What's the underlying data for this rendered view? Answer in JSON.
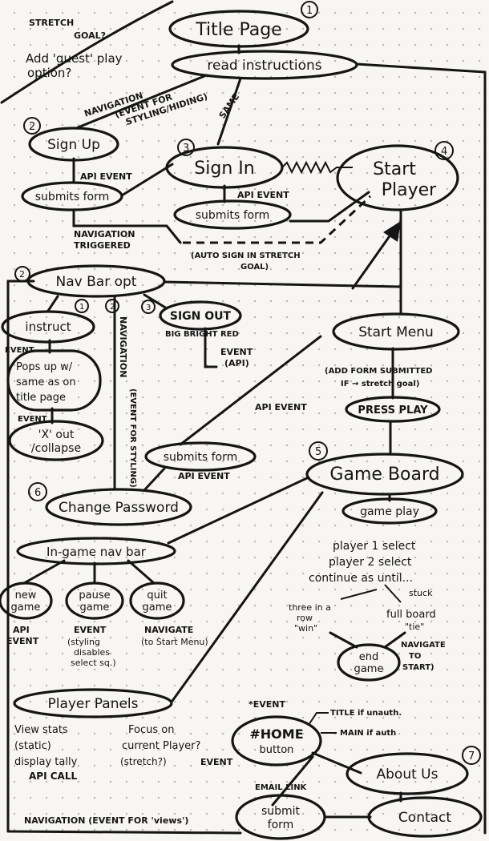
{
  "stretch_note": {
    "line1": "STRETCH",
    "line2": "GOAL?",
    "line3": "Add 'guest' play",
    "line4": "option?"
  },
  "nodes": {
    "title_page": "Title Page",
    "read_instructions": "read instructions",
    "sign_up": "Sign Up",
    "sign_in": "Sign In",
    "start_player": {
      "line1": "Start",
      "line2": "Player"
    },
    "submit_form_signup": "submits form",
    "submit_form_signin": "submits form",
    "nav_bar": "Nav Bar opt",
    "instructions": "instruct",
    "sign_out": "SIGN OUT",
    "start_menu": "Start Menu",
    "x_out": {
      "line1": "'X' out",
      "line2": "/collapse"
    },
    "press_play": "PRESS PLAY",
    "submit_form_password": "submits form",
    "game_board": "Game Board",
    "change_password": "Change Password",
    "game_play": "game play",
    "in_game_nav": "In-game nav bar",
    "new_game": {
      "line1": "new",
      "line2": "game"
    },
    "pause_game": {
      "line1": "pause",
      "line2": "game"
    },
    "quit_game": {
      "line1": "quit",
      "line2": "game"
    },
    "end_game": {
      "line1": "end",
      "line2": "game"
    },
    "player_panels": "Player Panels",
    "home_button": {
      "line1": "#HOME",
      "line2": "button"
    },
    "about_us": "About Us",
    "submit_form_contact": {
      "line1": "submit",
      "line2": "form"
    },
    "contact": "Contact"
  },
  "numbers": {
    "n1": "1",
    "n2": "2",
    "n3": "3",
    "n4": "4",
    "n5": "5",
    "n6": "6",
    "n7": "7",
    "nav2": "2",
    "i1": "1",
    "i2": "2",
    "i3": "3"
  },
  "labels": {
    "navigation_event_styling": {
      "l1": "NAVIGATION",
      "l2": "(EVENT FOR",
      "l3": "STYLING/HIDING)"
    },
    "same": "SAME",
    "api_event_1": "API EVENT",
    "api_event_2": "API EVENT",
    "navigation_triggered": {
      "l1": "NAVIGATION",
      "l2": "TRIGGERED"
    },
    "auto_sign_in": {
      "l1": "(AUTO SIGN IN STRETCH",
      "l2": "GOAL)"
    },
    "big_bright_red": "BIG BRIGHT RED",
    "event_api": {
      "l1": "EVENT",
      "l2": "(API)"
    },
    "event_popup": "EVENT",
    "popup_text": {
      "l1": "Pops up w/",
      "l2": "same as on",
      "l3": "title page"
    },
    "event_x": "EVENT",
    "navigation_vertical": "NAVIGATION",
    "event_for_styling_vertical": "(EVENT FOR STYLING)",
    "add_form": {
      "l1": "(ADD FORM SUBMITTED",
      "l2": "IF → stretch goal)"
    },
    "api_event_3": "API EVENT",
    "api_event_4": "API EVENT",
    "player_select": {
      "l1": "player 1 select",
      "l2": "player 2 select",
      "l3": "continue as until..."
    },
    "three_in_row": {
      "l1": "three in a",
      "l2": "row",
      "l3": "\"win\""
    },
    "full_board": {
      "l1": "stuck",
      "l2": "full board",
      "l3": "\"tie\""
    },
    "navigate_to_start": {
      "l1": "NAVIGATE",
      "l2": "TO",
      "l3": "START)"
    },
    "api_event_new": {
      "l1": "API",
      "l2": "EVENT"
    },
    "pause_event": {
      "l1": "EVENT",
      "l2": "(styling",
      "l3": "disables",
      "l4": "select sq.)"
    },
    "quit_navigate": {
      "l1": "NAVIGATE",
      "l2": "(to Start Menu)"
    },
    "view_stats": {
      "l1": "View stats",
      "l2": "(static)",
      "l3": "display tally",
      "l4": "API CALL"
    },
    "focus_player": {
      "l1": "Focus on",
      "l2": "current Player?",
      "l3": "(stretch?)"
    },
    "focus_event": "EVENT",
    "home_event": "*EVENT",
    "title_if_unauth": "TITLE if unauth.",
    "main_if_auth": "MAIN if auth",
    "email_link": "EMAIL LINK",
    "bottom_nav": "NAVIGATION (EVENT FOR 'views')"
  }
}
